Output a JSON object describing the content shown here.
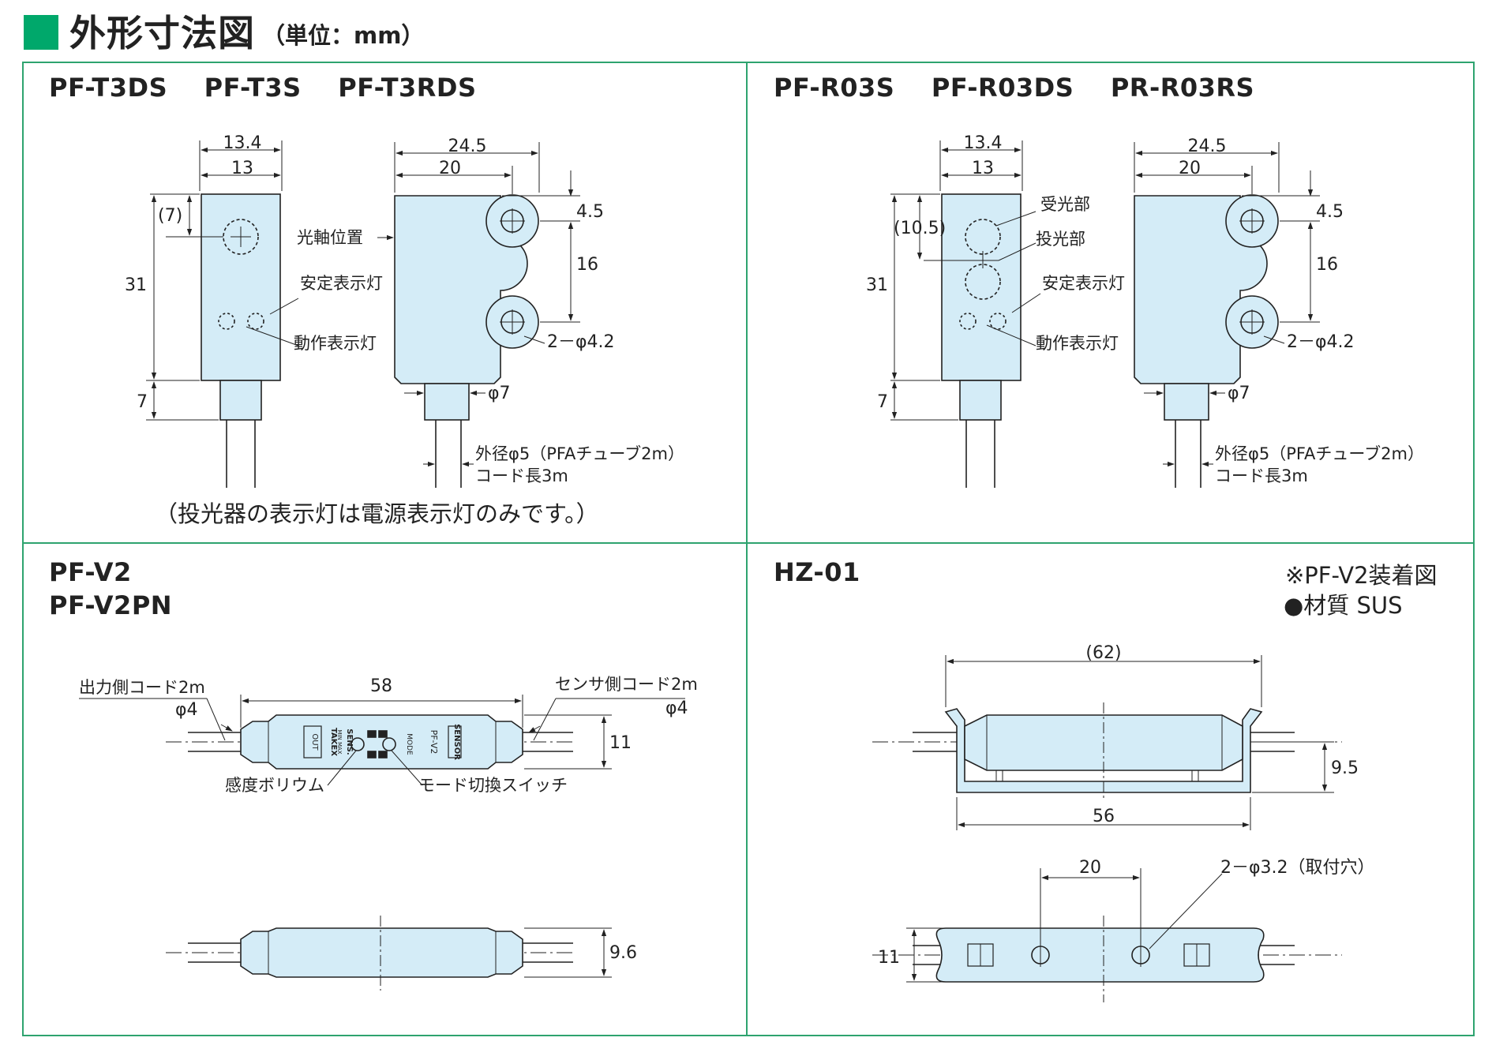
{
  "header": {
    "title": "外形寸法図",
    "unit": "（単位：mm）"
  },
  "colors": {
    "accent": "#00a86b",
    "frame": "#2ea36f",
    "body_fill": "#d4ecf7",
    "line": "#222222"
  },
  "panel_a": {
    "models": [
      "PF-T3DS",
      "PF-T3S",
      "PF-T3RDS"
    ],
    "dims": {
      "front_width_outer": "13.4",
      "front_width_inner": "13",
      "axis_offset": "(7)",
      "body_height": "31",
      "cable_gland": "7",
      "side_length": "24.5",
      "side_hole_pos": "20",
      "top_offset": "4.5",
      "hole_pitch": "16",
      "holes": "2－φ4.2",
      "gland_dia": "φ7"
    },
    "labels": {
      "optical_axis": "光軸位置",
      "stable_lamp": "安定表示灯",
      "operation_lamp": "動作表示灯",
      "cable_od": "外径φ5（PFAチューブ2m）",
      "cable_len": "コード長3m"
    },
    "note": "（投光器の表示灯は電源表示灯のみです。）"
  },
  "panel_b": {
    "models": [
      "PF-R03S",
      "PF-R03DS",
      "PR-R03RS"
    ],
    "dims": {
      "front_width_outer": "13.4",
      "front_width_inner": "13",
      "axis_offset": "(10.5)",
      "body_height": "31",
      "cable_gland": "7",
      "side_length": "24.5",
      "side_hole_pos": "20",
      "top_offset": "4.5",
      "hole_pitch": "16",
      "holes": "2－φ4.2",
      "gland_dia": "φ7"
    },
    "labels": {
      "receiver": "受光部",
      "emitter": "投光部",
      "stable_lamp": "安定表示灯",
      "operation_lamp": "動作表示灯",
      "cable_od": "外径φ5（PFAチューブ2m）",
      "cable_len": "コード長3m"
    }
  },
  "panel_c": {
    "models": [
      "PF-V2",
      "PF-V2PN"
    ],
    "dims": {
      "length": "58",
      "height": "11",
      "height_side": "9.6",
      "out_dia": "φ4",
      "sensor_dia": "φ4"
    },
    "labels": {
      "output_cord": "出力側コード2m",
      "sensor_cord": "センサ側コード2m",
      "sens_volume": "感度ボリウム",
      "mode_switch": "モード切換スイッチ"
    },
    "device_text": {
      "sensor": "SENSOR",
      "model": "PF-V2",
      "mode": "MODE",
      "sens": "SENS.",
      "minmax": "MIN   MAX",
      "brand": "TAKEX",
      "out": "OUT"
    }
  },
  "panel_d": {
    "model": "HZ-01",
    "notes": [
      "※PF-V2装着図",
      "●材質 SUS"
    ],
    "dims": {
      "overall": "(62)",
      "base": "56",
      "height": "9.5",
      "hole_pitch": "20",
      "holes": "2－φ3.2（取付穴）",
      "plate_height": "11"
    }
  }
}
